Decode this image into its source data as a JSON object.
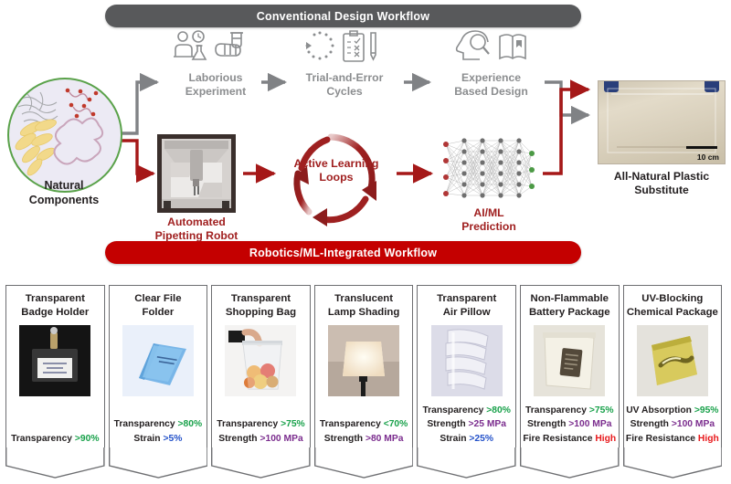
{
  "banners": {
    "top": "Conventional Design Workflow",
    "bottom": "Robotics/ML-Integrated Workflow"
  },
  "colors": {
    "conventional_banner": "#58595b",
    "robotics_banner": "#c40000",
    "conventional_text": "#8b8d8f",
    "robotics_text": "#a02020",
    "transparency_value": "#18a14a",
    "strength_value": "#7b2d8e",
    "strain_value": "#2351c9",
    "fire_value": "#e8191c",
    "circle_border": "#5aa24a"
  },
  "input": {
    "label_line1": "Natural",
    "label_line2": "Components",
    "icon": "natural-components-circle"
  },
  "conventional_steps": [
    {
      "label_line1": "Laborious",
      "label_line2": "Experiment",
      "icon": "scientist-experiment-icon"
    },
    {
      "label_line1": "Trial-and-Error",
      "label_line2": "Cycles",
      "icon": "clipboard-cycle-icon"
    },
    {
      "label_line1": "Experience",
      "label_line2": "Based Design",
      "icon": "head-magnifier-book-icon"
    }
  ],
  "robotics_steps": [
    {
      "label_line1": "Automated",
      "label_line2": "Pipetting Robot",
      "icon": "pipetting-robot-photo"
    },
    {
      "label_line1": "Active Learning",
      "label_line2": "Loops",
      "icon": "circular-loop-arrows-icon"
    },
    {
      "label_line1": "AI/ML",
      "label_line2": "Prediction",
      "icon": "neural-network-icon"
    }
  ],
  "output": {
    "label_line1": "All-Natural Plastic",
    "label_line2": "Substitute",
    "scale_bar": "10 cm",
    "icon": "plastic-sheet-photo"
  },
  "products": [
    {
      "title_line1": "Transparent",
      "title_line2": "Badge Holder",
      "thumb": "badge-holder-photo",
      "thumb_class": "t-badge",
      "specs": [
        {
          "label": "Transparency",
          "value": ">90%",
          "value_class": "v-green"
        }
      ]
    },
    {
      "title_line1": "Clear File",
      "title_line2": "Folder",
      "thumb": "file-folder-photo",
      "thumb_class": "t-folder",
      "specs": [
        {
          "label": "Transparency",
          "value": ">80%",
          "value_class": "v-green"
        },
        {
          "label": "Strain",
          "value": ">5%",
          "value_class": "v-blue"
        }
      ]
    },
    {
      "title_line1": "Transparent",
      "title_line2": "Shopping Bag",
      "thumb": "shopping-bag-photo",
      "thumb_class": "t-bag",
      "specs": [
        {
          "label": "Transparency",
          "value": ">75%",
          "value_class": "v-green"
        },
        {
          "label": "Strength",
          "value": ">100 MPa",
          "value_class": "v-purple"
        }
      ]
    },
    {
      "title_line1": "Translucent",
      "title_line2": "Lamp Shading",
      "thumb": "lamp-shade-photo",
      "thumb_class": "t-lamp",
      "specs": [
        {
          "label": "Transparency",
          "value": "<70%",
          "value_class": "v-green"
        },
        {
          "label": "Strength",
          "value": ">80 MPa",
          "value_class": "v-purple"
        }
      ]
    },
    {
      "title_line1": "Transparent",
      "title_line2": "Air Pillow",
      "thumb": "air-pillow-photo",
      "thumb_class": "t-pillow",
      "specs": [
        {
          "label": "Transparency",
          "value": ">80%",
          "value_class": "v-green"
        },
        {
          "label": "Strength",
          "value": ">25 MPa",
          "value_class": "v-purple"
        },
        {
          "label": "Strain",
          "value": ">25%",
          "value_class": "v-blue"
        }
      ]
    },
    {
      "title_line1": "Non-Flammable",
      "title_line2": "Battery Package",
      "thumb": "battery-package-photo",
      "thumb_class": "t-battery",
      "specs": [
        {
          "label": "Transparency",
          "value": ">75%",
          "value_class": "v-green"
        },
        {
          "label": "Strength",
          "value": ">100 MPa",
          "value_class": "v-purple"
        },
        {
          "label": "Fire Resistance",
          "value": "High",
          "value_class": "v-red"
        }
      ]
    },
    {
      "title_line1": "UV-Blocking",
      "title_line2": "Chemical Package",
      "thumb": "uv-package-photo",
      "thumb_class": "t-uv",
      "specs": [
        {
          "label": "UV Absorption",
          "value": ">95%",
          "value_class": "v-green"
        },
        {
          "label": "Strength",
          "value": ">100 MPa",
          "value_class": "v-purple"
        },
        {
          "label": "Fire Resistance",
          "value": "High",
          "value_class": "v-red"
        }
      ]
    }
  ]
}
